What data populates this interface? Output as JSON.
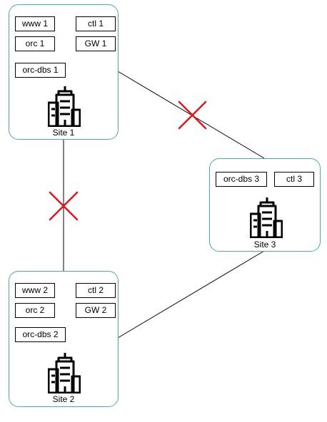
{
  "sites": [
    {
      "id": "site1",
      "label": "Site 1",
      "services": [
        "www 1",
        "ctl 1",
        "orc 1",
        "GW 1",
        "orc-dbs 1"
      ],
      "icon": "office-building-icon"
    },
    {
      "id": "site2",
      "label": "Site 2",
      "services": [
        "www 2",
        "ctl 2",
        "orc 2",
        "GW 2",
        "orc-dbs 2"
      ],
      "icon": "office-building-icon"
    },
    {
      "id": "site3",
      "label": "Site 3",
      "services": [
        "orc-dbs 3",
        "ctl 3"
      ],
      "icon": "office-building-icon"
    }
  ],
  "links": [
    {
      "from": "Site 1",
      "to": "Site 3",
      "status": "broken"
    },
    {
      "from": "Site 1",
      "to": "Site 2",
      "status": "broken"
    },
    {
      "from": "Site 2",
      "to": "Site 3",
      "status": "connected"
    }
  ],
  "colors": {
    "site_border": "#4fa7b3",
    "broken_marker": "#e0161c",
    "link_line": "#000000"
  }
}
